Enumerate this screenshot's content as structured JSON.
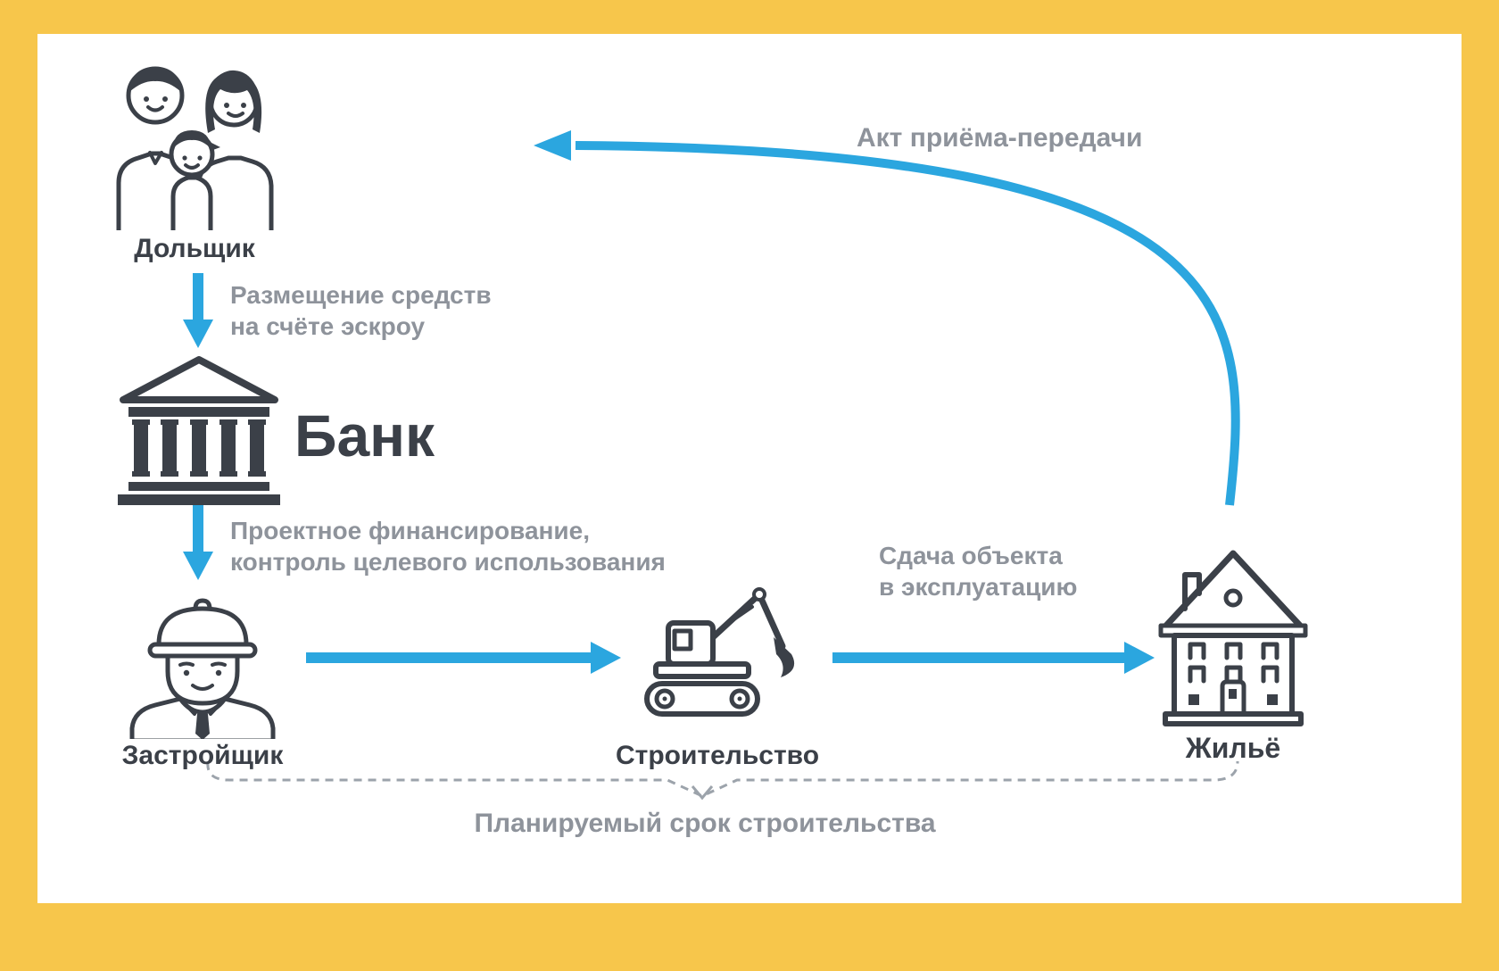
{
  "colors": {
    "border": "#F7C64B",
    "panel": "#FFFFFF",
    "arrow": "#2BA6DF",
    "icon": "#3B4048",
    "label": "#3B4048",
    "caption": "#8E939B"
  },
  "nodes": {
    "shareholder": "Дольщик",
    "bank": "Банк",
    "developer": "Застройщик",
    "construction": "Строительство",
    "housing": "Жильё"
  },
  "captions": {
    "escrow": "Размещение средств\nна счёте эскроу",
    "financing": "Проектное финансирование,\nконтроль целевого использования",
    "commissioning": "Сдача объекта\nв эксплуатацию",
    "acceptance": "Акт приёма-передачи",
    "timeline": "Планируемый срок строительства"
  }
}
